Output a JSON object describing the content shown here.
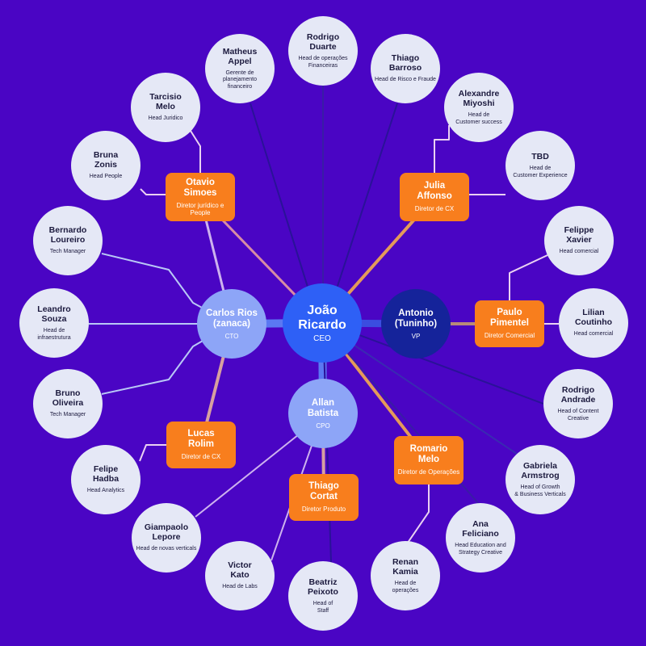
{
  "colors": {
    "background": "#4a05c4",
    "leaf_fill": "#e5e8f6",
    "director_fill": "#f87e1d",
    "ceo_fill": "#2e60f6",
    "lead_fill": "#8da5f7",
    "vp_fill": "#15239a"
  },
  "nodes": [
    {
      "id": "ceo",
      "kind": "ceo",
      "name": "João\nRicardo",
      "role": "CEO"
    },
    {
      "id": "carlos",
      "kind": "lead",
      "name": "Carlos Rios\n(zanaca)",
      "role": "CTO"
    },
    {
      "id": "antonio",
      "kind": "vp",
      "name": "Antonio\n(Tuninho)",
      "role": "VP"
    },
    {
      "id": "allan",
      "kind": "lead",
      "name": "Allan\nBatista",
      "role": "CPO"
    },
    {
      "id": "otavio",
      "kind": "director",
      "name": "Otavio\nSimoes",
      "role": "Diretor jurídico e People"
    },
    {
      "id": "julia",
      "kind": "director",
      "name": "Julia\nAffonso",
      "role": "Diretor de CX"
    },
    {
      "id": "paulo",
      "kind": "director",
      "name": "Paulo\nPimentel",
      "role": "Diretor Comercial"
    },
    {
      "id": "romario",
      "kind": "director",
      "name": "Romario\nMelo",
      "role": "Diretor de Operações"
    },
    {
      "id": "thiagoc",
      "kind": "director",
      "name": "Thiago\nCortat",
      "role": "Diretor Produto"
    },
    {
      "id": "lucas",
      "kind": "director",
      "name": "Lucas\nRolim",
      "role": "Diretor de CX"
    },
    {
      "id": "rodrigod",
      "kind": "leaf",
      "name": "Rodrigo\nDuarte",
      "role": "Head de operações Financeiras"
    },
    {
      "id": "thiagob",
      "kind": "leaf",
      "name": "Thiago\nBarroso",
      "role": "Head de Risco e Fraude"
    },
    {
      "id": "alexandre",
      "kind": "leaf",
      "name": "Alexandre\nMiyoshi",
      "role": "Head de\nCustomer success"
    },
    {
      "id": "tbd",
      "kind": "leaf",
      "name": "TBD",
      "role": "Head de\nCustomer Experience"
    },
    {
      "id": "felippe",
      "kind": "leaf",
      "name": "Felippe\nXavier",
      "role": "Head comercial"
    },
    {
      "id": "lilian",
      "kind": "leaf",
      "name": "Lilian\nCoutinho",
      "role": "Head comercial"
    },
    {
      "id": "rodrigoa",
      "kind": "leaf",
      "name": "Rodrigo\nAndrade",
      "role": "Head of Content Creative"
    },
    {
      "id": "gabriela",
      "kind": "leaf",
      "name": "Gabriela\nArmstrog",
      "role": "Head of Growth\n& Business Verticals"
    },
    {
      "id": "ana",
      "kind": "leaf",
      "name": "Ana\nFeliciano",
      "role": "Head Education and Strategy Creative"
    },
    {
      "id": "renan",
      "kind": "leaf",
      "name": "Renan\nKamia",
      "role": "Head de\noperações"
    },
    {
      "id": "beatriz",
      "kind": "leaf",
      "name": "Beatriz\nPeixoto",
      "role": "Head of\nStaff"
    },
    {
      "id": "victor",
      "kind": "leaf",
      "name": "Victor\nKato",
      "role": "Head de Labs"
    },
    {
      "id": "giampaolo",
      "kind": "leaf",
      "name": "Giampaolo\nLepore",
      "role": "Head de novas verticals"
    },
    {
      "id": "felipe",
      "kind": "leaf",
      "name": "Felipe\nHadba",
      "role": "Head Analytics"
    },
    {
      "id": "bruno",
      "kind": "leaf",
      "name": "Bruno\nOliveira",
      "role": "Tech Manager"
    },
    {
      "id": "leandro",
      "kind": "leaf",
      "name": "Leandro\nSouza",
      "role": "Head de\ninfraestrutura"
    },
    {
      "id": "bernardo",
      "kind": "leaf",
      "name": "Bernardo\nLoureiro",
      "role": "Tech Manager"
    },
    {
      "id": "bruna",
      "kind": "leaf",
      "name": "Bruna\nZonis",
      "role": "Head People"
    },
    {
      "id": "tarcisio",
      "kind": "leaf",
      "name": "Tarcisio\nMelo",
      "role": "Head Juridico"
    },
    {
      "id": "matheus",
      "kind": "leaf",
      "name": "Matheus\nAppel",
      "role": "Gerente de\nplanejamento\nfinanceiro"
    }
  ]
}
